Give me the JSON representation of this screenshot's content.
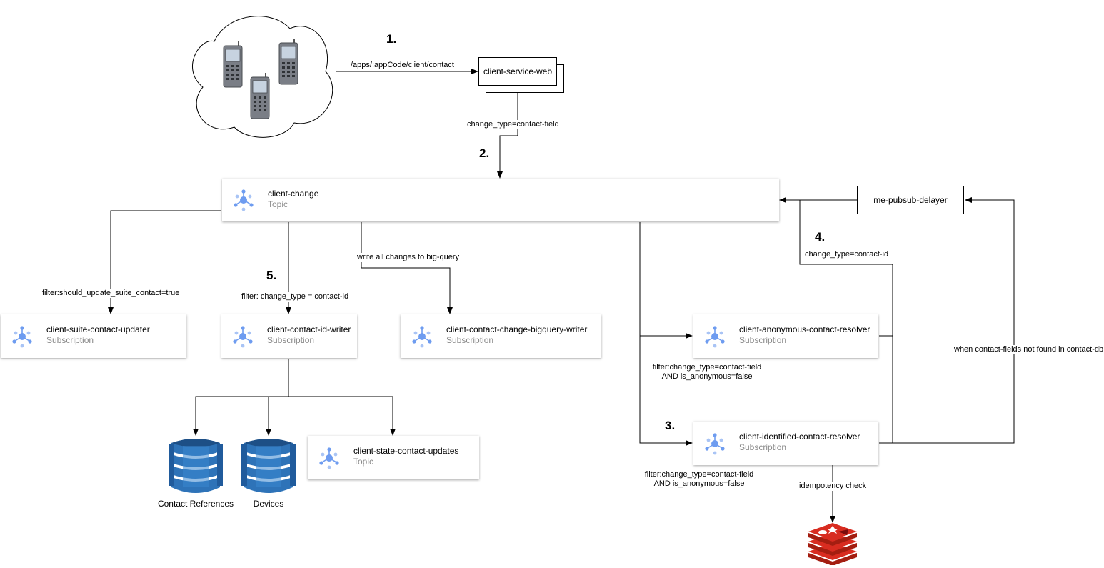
{
  "steps": [
    "1.",
    "2.",
    "3.",
    "4.",
    "5."
  ],
  "nodes": {
    "client_service_web": "client-service-web",
    "me_pubsub_delayer": "me-pubsub-delayer",
    "client_change": {
      "name": "client-change",
      "kind": "Topic"
    },
    "suite_updater": {
      "name": "client-suite-contact-updater",
      "kind": "Subscription"
    },
    "id_writer": {
      "name": "client-contact-id-writer",
      "kind": "Subscription"
    },
    "bigquery_writer": {
      "name": "client-contact-change-bigquery-writer",
      "kind": "Subscription"
    },
    "anon_resolver": {
      "name": "client-anonymous-contact-resolver",
      "kind": "Subscription"
    },
    "ident_resolver": {
      "name": "client-identified-contact-resolver",
      "kind": "Subscription"
    },
    "state_updates": {
      "name": "client-state-contact-updates",
      "kind": "Topic"
    },
    "db_contact_refs": "Contact References",
    "db_devices": "Devices"
  },
  "edge_labels": {
    "api_path": "/apps/:appCode/client/contact",
    "change_type_field": "change_type=contact-field",
    "filter_suite": "filter:should_update_suite_contact=true",
    "filter_id": "filter: change_type = contact-id",
    "bigquery": "write all changes to big-query",
    "change_type_id": "change_type=contact-id",
    "when_not_found": "when contact-fields not found in contact-db",
    "anon_filter_1": "filter:change_type=contact-field",
    "anon_filter_2": "AND is_anonymous=false",
    "ident_filter_1": "filter:change_type=contact-field",
    "ident_filter_2": "AND is_anonymous=false",
    "idempotency": "idempotency check"
  },
  "colors": {
    "pubsub_icon": "#6e9cf0",
    "dynamodb": "#2e73b8",
    "redis": "#c8221f",
    "phone": "#7a7e86"
  }
}
